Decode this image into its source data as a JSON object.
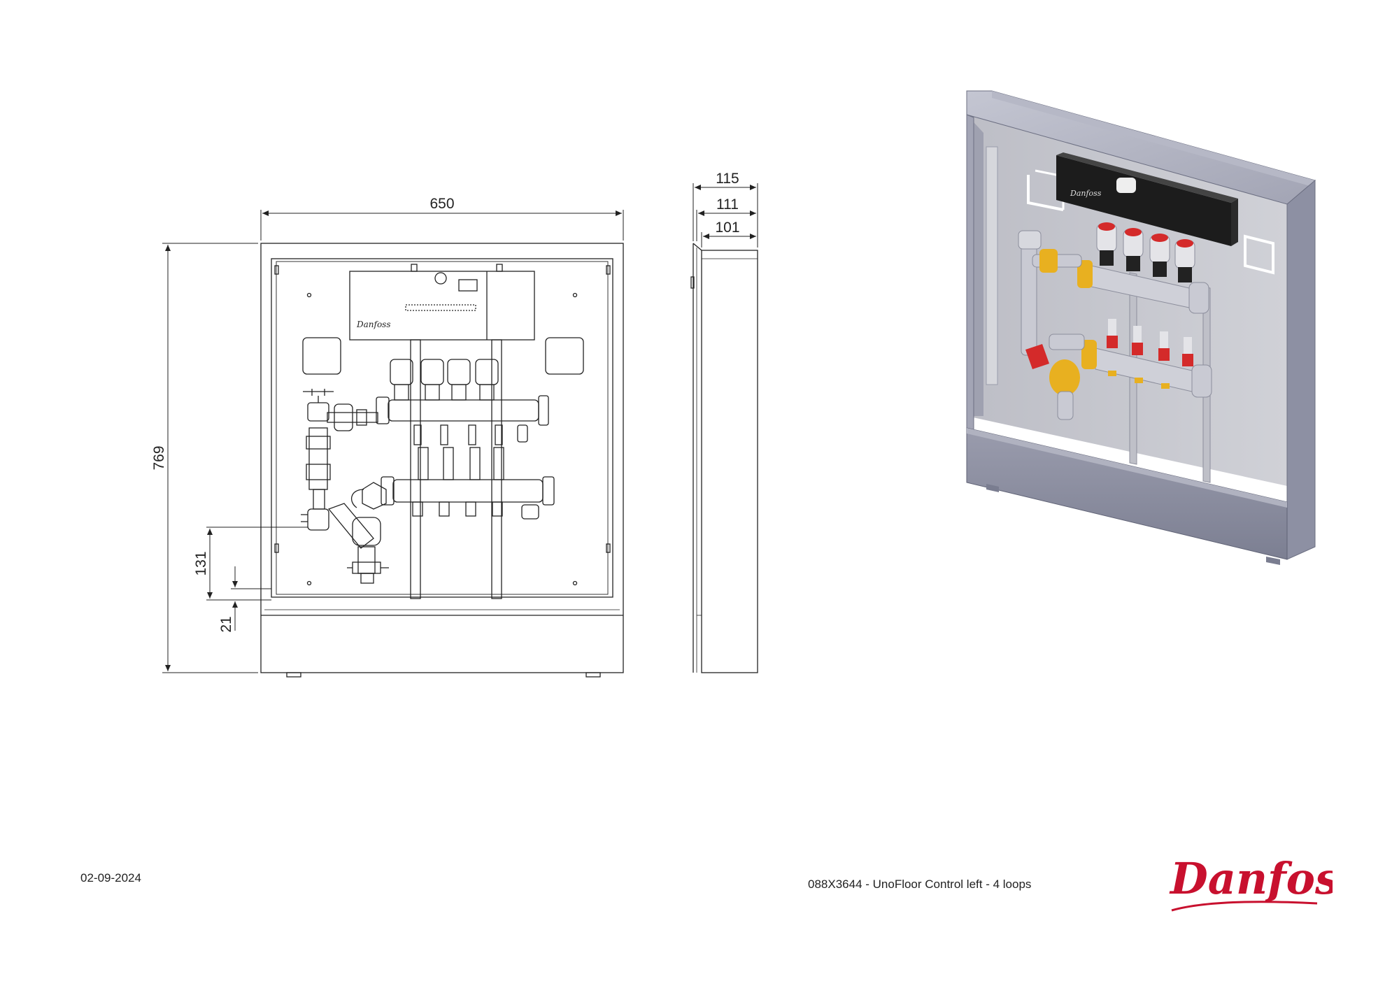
{
  "dimensions": {
    "front_width": "650",
    "front_height": "769",
    "bottom_131": "131",
    "bottom_21": "21",
    "side_115": "115",
    "side_111": "111",
    "side_101": "101"
  },
  "footer": {
    "date": "02-09-2024",
    "description": "088X3644 - UnoFloor Control left - 4 loops"
  },
  "brand": {
    "name": "Danfoss",
    "color": "#c8102e"
  },
  "icons": [
    "danfoss-logo-icon",
    "controller-icon",
    "actuator-icon",
    "ball-valve-icon",
    "strainer-icon"
  ],
  "colors": {
    "cabinet_iso": "#a9abba",
    "cabinet_iso_dark": "#7e8196",
    "cabinet_back": "#c8c9cf",
    "controller": "#1c1c1c",
    "actuator_red": "#d42a2a",
    "valve_yellow": "#e8b020",
    "pipe_grey": "#c9cad3"
  }
}
